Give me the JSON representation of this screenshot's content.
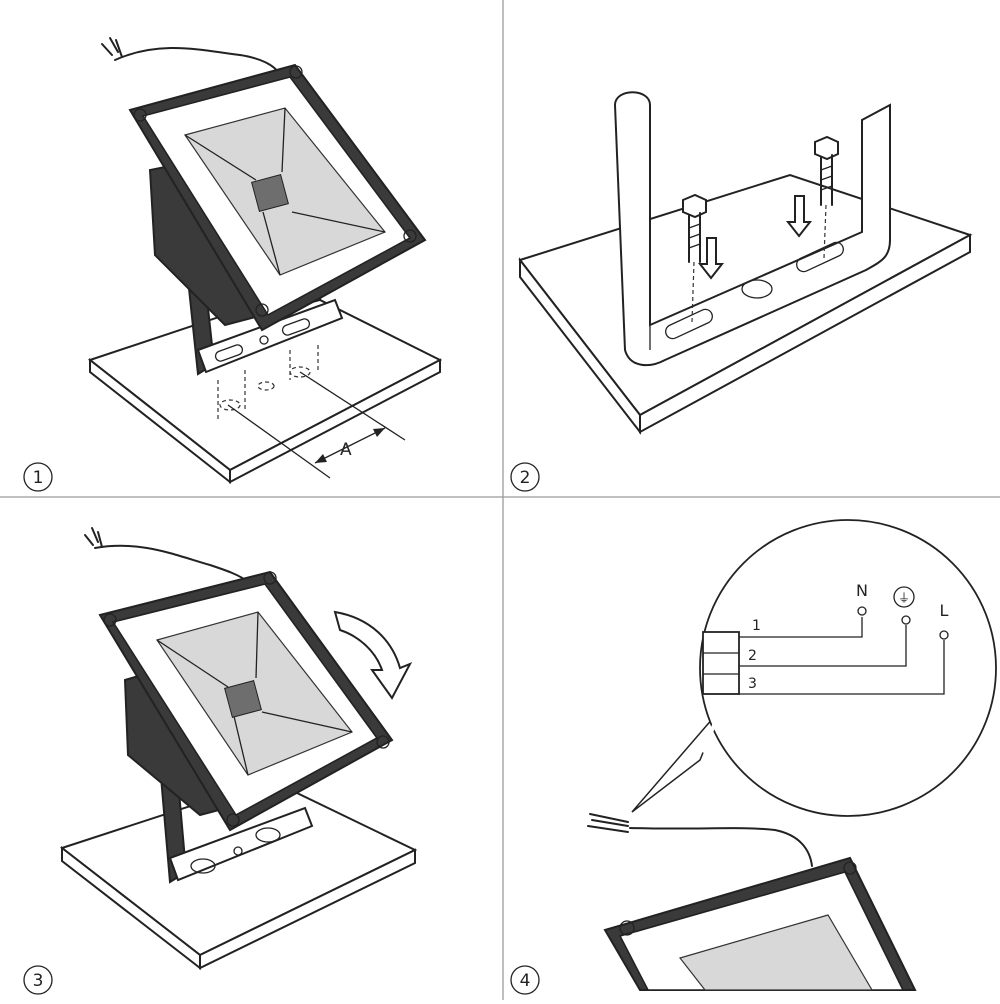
{
  "panels": [
    {
      "step": "1",
      "labels": {
        "dimension": "A"
      }
    },
    {
      "step": "2"
    },
    {
      "step": "3"
    },
    {
      "step": "4",
      "wiring": {
        "wires": [
          "1",
          "2",
          "3"
        ],
        "terminals": {
          "neutral": "N",
          "live": "L",
          "earth_symbol": "⏚"
        }
      }
    }
  ]
}
